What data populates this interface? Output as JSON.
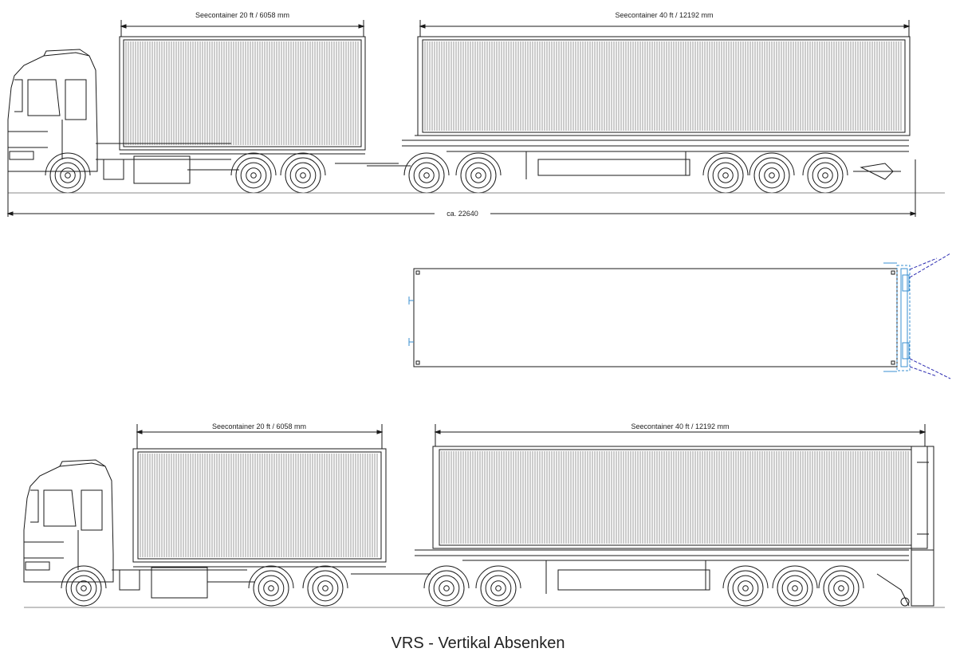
{
  "views": {
    "top": {
      "label_20ft": "Seecontainer 20 ft / 6058 mm",
      "label_40ft": "Seecontainer 40 ft / 12192 mm",
      "overall_length": "ca. 22640"
    },
    "plan": {},
    "bottom": {
      "label_20ft": "Seecontainer 20 ft / 6058 mm",
      "label_40ft": "Seecontainer 40 ft / 12192 mm"
    }
  },
  "caption": "VRS - Vertikal Absenken",
  "colors": {
    "line": "#1a1a1a",
    "accent": "#3a8fd0"
  }
}
